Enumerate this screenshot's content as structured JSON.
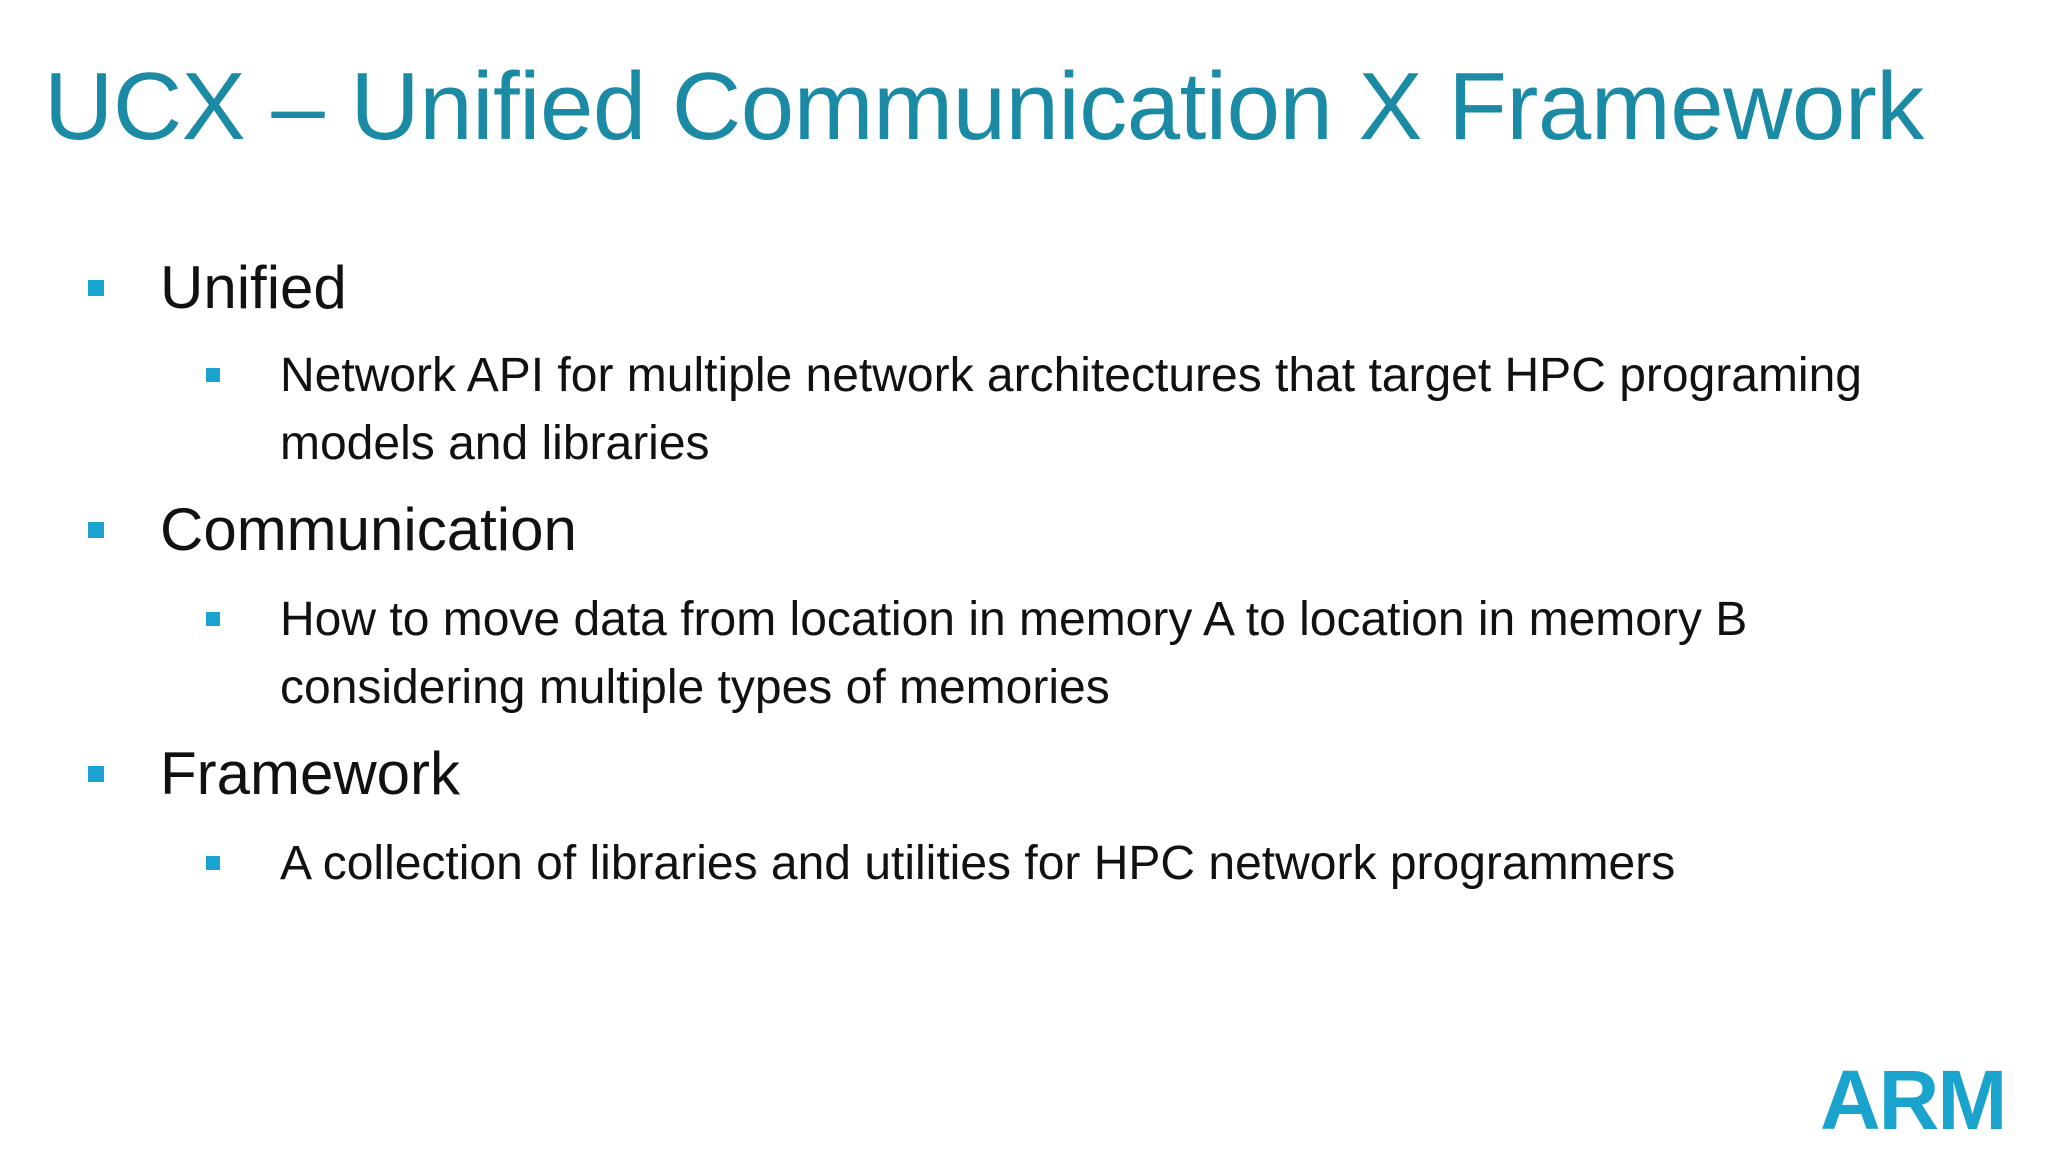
{
  "slide": {
    "title": "UCX – Unified Communication X Framework",
    "bullets": [
      {
        "label": "Unified",
        "sub": [
          "Network API for multiple network architectures that target HPC programing models and libraries"
        ]
      },
      {
        "label": "Communication",
        "sub": [
          "How to move data from location in memory A to location in memory B considering multiple types of memories"
        ]
      },
      {
        "label": "Framework",
        "sub": [
          "A collection of libraries and utilities for HPC network programmers"
        ]
      }
    ],
    "logo_text": "ARM"
  },
  "colors": {
    "title": "#1a8aa5",
    "bullet": "#1aa3d1",
    "logo": "#1aa3cc",
    "text": "#111111"
  }
}
